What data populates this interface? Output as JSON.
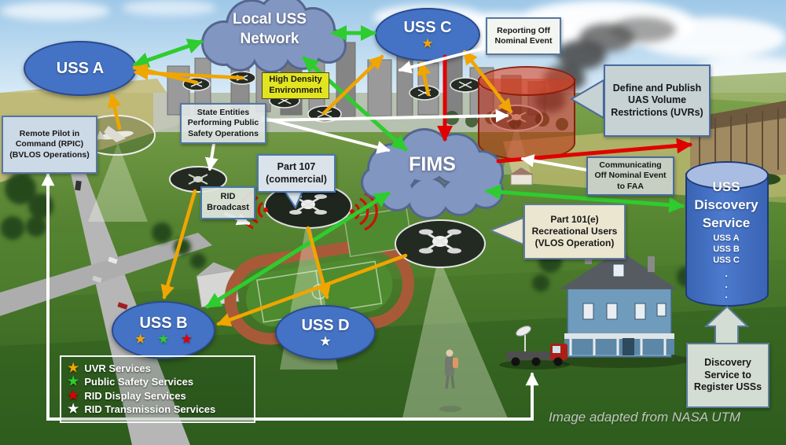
{
  "icons": {
    "star": "★"
  },
  "colors": {
    "uss_node_blue": "#4472c4",
    "cloud_blue": "#8296c2",
    "uvr_zone_red": "#c22d14",
    "arrow_green": "#2ecc2e",
    "arrow_yellow": "#f0a500",
    "arrow_red": "#e00000",
    "arrow_white": "#ffffff",
    "high_density_yellow": "#e2e41f"
  },
  "nodes": {
    "uss_a": {
      "label": "USS A"
    },
    "uss_b": {
      "label": "USS B"
    },
    "uss_c": {
      "label": "USS C"
    },
    "uss_d": {
      "label": "USS D"
    },
    "local_uss_network": {
      "line1": "Local USS",
      "line2": "Network"
    },
    "fims": {
      "label": "FIMS"
    },
    "uss_discovery": {
      "line1": "USS",
      "line2": "Discovery",
      "line3": "Service",
      "entries": [
        "USS A",
        "USS B",
        "USS C"
      ],
      "dot": "."
    }
  },
  "callouts": {
    "reporting": {
      "lines": [
        "Reporting Off",
        "Nominal Event"
      ]
    },
    "high_density": {
      "lines": [
        "High Density",
        "Environment"
      ]
    },
    "state_entities": {
      "lines": [
        "State Entities",
        "Performing Public",
        "Safety Operations"
      ]
    },
    "rpic": {
      "lines": [
        "Remote Pilot in",
        "Command (RPIC)",
        "(BVLOS Operations)"
      ]
    },
    "part107": {
      "lines": [
        "Part 107",
        "(commercial)"
      ]
    },
    "rid_broadcast": {
      "lines": [
        "RID",
        "Broadcast"
      ]
    },
    "uvr_define": {
      "lines": [
        "Define and Publish",
        "UAS Volume",
        "Restrictions (UVRs)"
      ]
    },
    "communicating": {
      "lines": [
        "Communicating",
        "Off Nominal Event",
        "to FAA"
      ]
    },
    "part101": {
      "lines": [
        "Part 101(e)",
        "Recreational Users",
        "(VLOS Operation)"
      ]
    },
    "discovery_register": {
      "lines": [
        "Discovery",
        "Service to",
        "Register USSs"
      ]
    }
  },
  "legend": {
    "items": [
      {
        "star_color": "#f0a500",
        "label": "UVR Services"
      },
      {
        "star_color": "#2ecc2e",
        "label": "Public Safety Services"
      },
      {
        "star_color": "#e00000",
        "label": "RID Display Services"
      },
      {
        "star_color": "#ffffff",
        "label": "RID Transmission Services"
      }
    ]
  },
  "watermark": "Image adapted from NASA UTM"
}
